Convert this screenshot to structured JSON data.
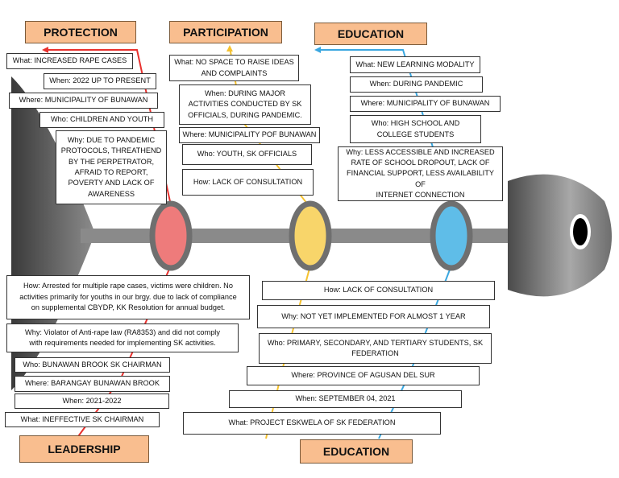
{
  "headers": {
    "protection": "PROTECTION",
    "participation": "PARTICIPATION",
    "education_top": "EDUCATION",
    "leadership": "LEADERSHIP",
    "education_bottom": "EDUCATION"
  },
  "protection": {
    "what": "What: INCREASED RAPE CASES",
    "when": "When: 2022 UP TO PRESENT",
    "where": "Where: MUNICIPALITY OF BUNAWAN",
    "who": "Who: CHILDREN AND YOUTH",
    "why": "Why: DUE TO PANDEMIC\nPROTOCOLS, THREATHEND\nBY THE PERPETRATOR,\nAFRAID TO REPORT,\nPOVERTY AND LACK OF\nAWARENESS"
  },
  "participation": {
    "what": "What: NO SPACE TO RAISE IDEAS\nAND COMPLAINTS",
    "when": "When: DURING MAJOR\nACTIVITIES CONDUCTED BY SK\nOFFICIALS, DURING PANDEMIC.",
    "where": "Where: MUNICIPALITY POF BUNAWAN",
    "who": "Who: YOUTH, SK OFFICIALS",
    "how": "How: LACK OF CONSULTATION"
  },
  "education_top": {
    "what": "What: NEW LEARNING MODALITY",
    "when": "When: DURING PANDEMIC",
    "where": "Where: MUNICIPALITY OF BUNAWAN",
    "who": "Who: HIGH SCHOOL AND\nCOLLEGE STUDENTS",
    "why": "Why:  LESS ACCESSIBLE AND INCREASED\nRATE OF SCHOOL DROPOUT, LACK OF\nFINANCIAL SUPPORT, LESS AVAILABILITY OF\nINTERNET CONNECTION"
  },
  "leadership": {
    "how": "How: Arrested for multiple rape cases, victims were children. No\nactivities primarily for youths in our brgy. due to lack of compliance\non supplemental CBYDP, KK Resolution for annual budget.",
    "why": "Why: Violator of Anti-rape law (RA8353) and did not comply\nwith requirements needed for implementing SK activities.",
    "who": "Who: BUNAWAN BROOK SK CHAIRMAN",
    "where": "Where: BARANGAY BUNAWAN BROOK",
    "when": "When: 2021-2022",
    "what": "What: INEFFECTIVE SK CHAIRMAN"
  },
  "education_bottom": {
    "how": "How: LACK OF CONSULTATION",
    "why": "Why: NOT YET IMPLEMENTED FOR ALMOST 1 YEAR",
    "who": "Who: PRIMARY, SECONDARY, AND TERTIARY STUDENTS, SK\nFEDERATION",
    "where": "Where: PROVINCE OF AGUSAN DEL SUR",
    "when": "When: SEPTEMBER 04, 2021",
    "what": "What: PROJECT ESKWELA OF SK FEDERATION"
  },
  "colors": {
    "protection": "#e8312e",
    "participation": "#f5c230",
    "education": "#3aa7e0",
    "header_fill": "#f9be8f",
    "node_red": "#ee7b7b",
    "node_yellow": "#f8d56a",
    "node_blue": "#5fbde8"
  },
  "icons": {
    "fish_eye": "fish-eye-icon"
  }
}
